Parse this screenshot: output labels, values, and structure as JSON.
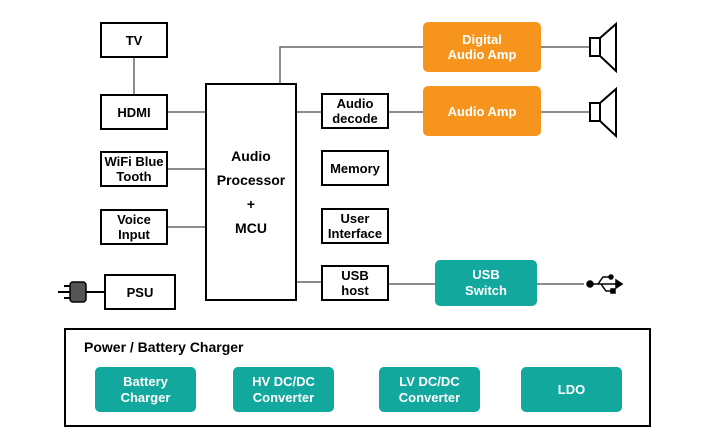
{
  "blocks": {
    "tv": "TV",
    "hdmi": "HDMI",
    "wifi_bt": "WiFi Blue\nTooth",
    "voice_input": "Voice\nInput",
    "psu": "PSU",
    "processor_line1": "Audio",
    "processor_line2": "Processor",
    "processor_line3": "+",
    "processor_line4": "MCU",
    "audio_decode": "Audio\ndecode",
    "memory": "Memory",
    "user_interface": "User\nInterface",
    "usb_host": "USB\nhost",
    "digital_audio_amp": "Digital\nAudio Amp",
    "audio_amp": "Audio Amp",
    "usb_switch": "USB\nSwitch"
  },
  "power_section": {
    "title": "Power / Battery Charger",
    "items": [
      "Battery\nCharger",
      "HV DC/DC\nConverter",
      "LV DC/DC\nConverter",
      "LDO"
    ]
  },
  "icons": [
    "speaker-icon",
    "speaker-icon",
    "usb-icon",
    "power-plug-icon"
  ],
  "colors": {
    "orange": "#f7941d",
    "teal": "#12a89d"
  }
}
